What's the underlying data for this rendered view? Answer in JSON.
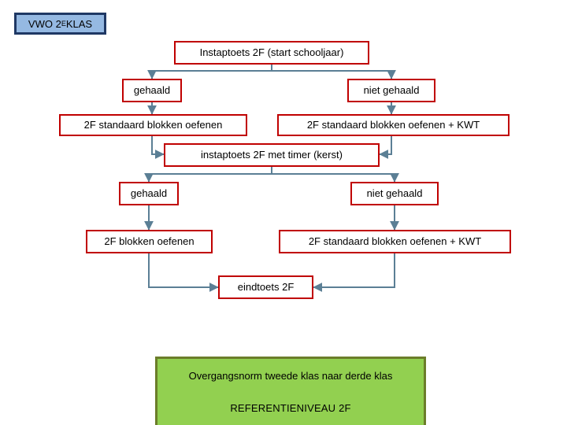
{
  "title_chip": {
    "prefix": "VWO 2",
    "sup": "E",
    "suffix": " KLAS",
    "fill_color": "#95b9e2",
    "border_color": "#1f3864"
  },
  "theme": {
    "node_border_color": "#c00000",
    "node_fill_color": "#ffffff",
    "connector_color": "#5b7f95",
    "norm_fill_color": "#92d050",
    "norm_border_color": "#6b7d2a"
  },
  "nodes": {
    "instaptoets_start": "Instaptoets 2F (start schooljaar)",
    "gehaald_1": "gehaald",
    "niet_gehaald_1": "niet gehaald",
    "oefenen_1": "2F standaard blokken oefenen",
    "oefenen_kwt_1": "2F standaard blokken oefenen + KWT",
    "instaptoets_timer": "instaptoets 2F met timer (kerst)",
    "gehaald_2": "gehaald",
    "niet_gehaald_2": "niet gehaald",
    "blokken_oefenen_2": "2F blokken oefenen",
    "oefenen_kwt_2": "2F standaard blokken oefenen + KWT",
    "eindtoets": "eindtoets 2F"
  },
  "norm_panel": {
    "line_1": "Overgangsnorm tweede klas naar derde klas",
    "line_2": "REFERENTIENIVEAU 2F"
  }
}
